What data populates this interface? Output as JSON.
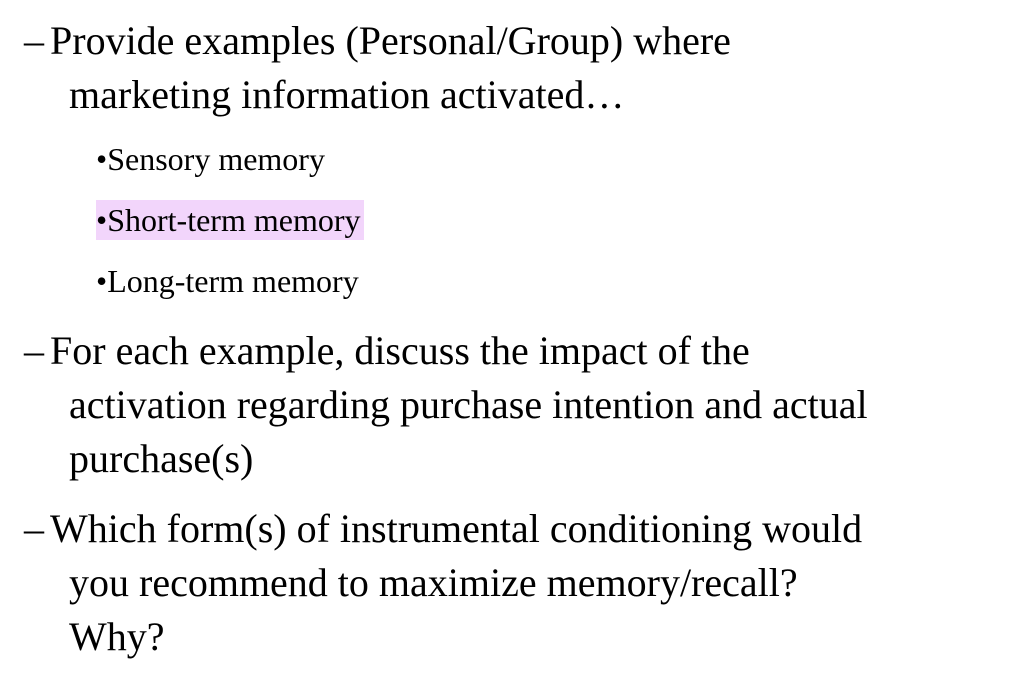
{
  "items": [
    {
      "dash": "–",
      "lines": [
        "Provide examples (Personal/Group) where",
        "marketing information activated…"
      ]
    },
    {
      "dash": "–",
      "lines": [
        "For each example, discuss the impact of the",
        "activation regarding purchase intention and actual",
        "purchase(s)"
      ]
    },
    {
      "dash": "–",
      "lines": [
        "Which form(s) of instrumental conditioning would",
        "you recommend to maximize memory/recall?",
        "Why?"
      ]
    }
  ],
  "sub_items": [
    {
      "text": "•Sensory memory",
      "highlighted": false
    },
    {
      "text": "•Short-term memory",
      "highlighted": true,
      "highlight_color": "#f2d5fb"
    },
    {
      "text": "•Long-term memory",
      "highlighted": false
    }
  ]
}
